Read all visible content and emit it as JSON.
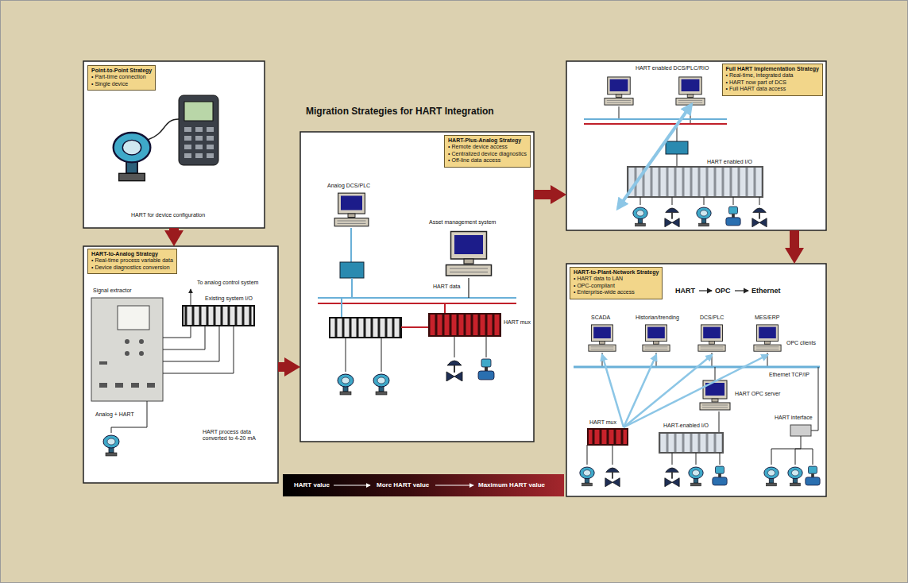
{
  "diagram": {
    "title": "Migration Strategies for HART Integration",
    "nodes": [
      {
        "text": [
          "HART for device configuration"
        ]
      },
      {
        "text": [
          "Point-to-Point Strategy",
          "• Part-time connection",
          "• Single device"
        ],
        "in": 0
      },
      {
        "text": [
          "Signal extractor",
          "To analog control system",
          "Existing system I/O",
          "Analog + HART",
          "HART process data converted to 4-20 mA"
        ]
      },
      {
        "text": [
          "HART-to-Analog Strategy",
          "• Real-time process variable data",
          "• Device diagnostics conversion"
        ],
        "in": 2
      },
      {
        "text": [
          "Analog DCS/PLC",
          "Asset management system",
          "HART data",
          "HART mux"
        ]
      },
      {
        "text": [
          "HART-Plus-Analog Strategy",
          "• Remote device access",
          "• Centralized device diagnostics",
          "• Off-line data access"
        ],
        "in": 4
      },
      {
        "text": [
          "HART enabled DCS/PLC/RIO",
          "HART enabled I/O"
        ]
      },
      {
        "text": [
          "Full HART Implementation Strategy",
          "• Real-time, integrated data",
          "• HART now part of DCS",
          "• Full HART data access"
        ],
        "in": 6
      },
      {
        "text": [
          "HART",
          "OPC",
          "Ethernet",
          "SCADA",
          "Historian/trending",
          "DCS/PLC",
          "MES/ERP",
          "OPC clients",
          "Ethernet TCP/IP",
          "HART OPC server",
          "HART mux",
          "HART-enabled I/O",
          "HART interface"
        ]
      },
      {
        "text": [
          "HART-to-Plant-Network Strategy",
          "• HART data to LAN",
          "• OPC-compliant",
          "• Enterprise-wide access"
        ],
        "in": 8
      },
      {
        "text": [
          "HART value",
          "More HART value",
          "Maximum HART value"
        ]
      }
    ],
    "edges": [
      {
        "from": 0,
        "to": 2,
        "arrow": "to"
      },
      {
        "from": 2,
        "to": 4,
        "arrow": "to"
      },
      {
        "from": 4,
        "to": 6,
        "arrow": "to"
      },
      {
        "from": 6,
        "to": 8,
        "arrow": "to"
      }
    ]
  }
}
